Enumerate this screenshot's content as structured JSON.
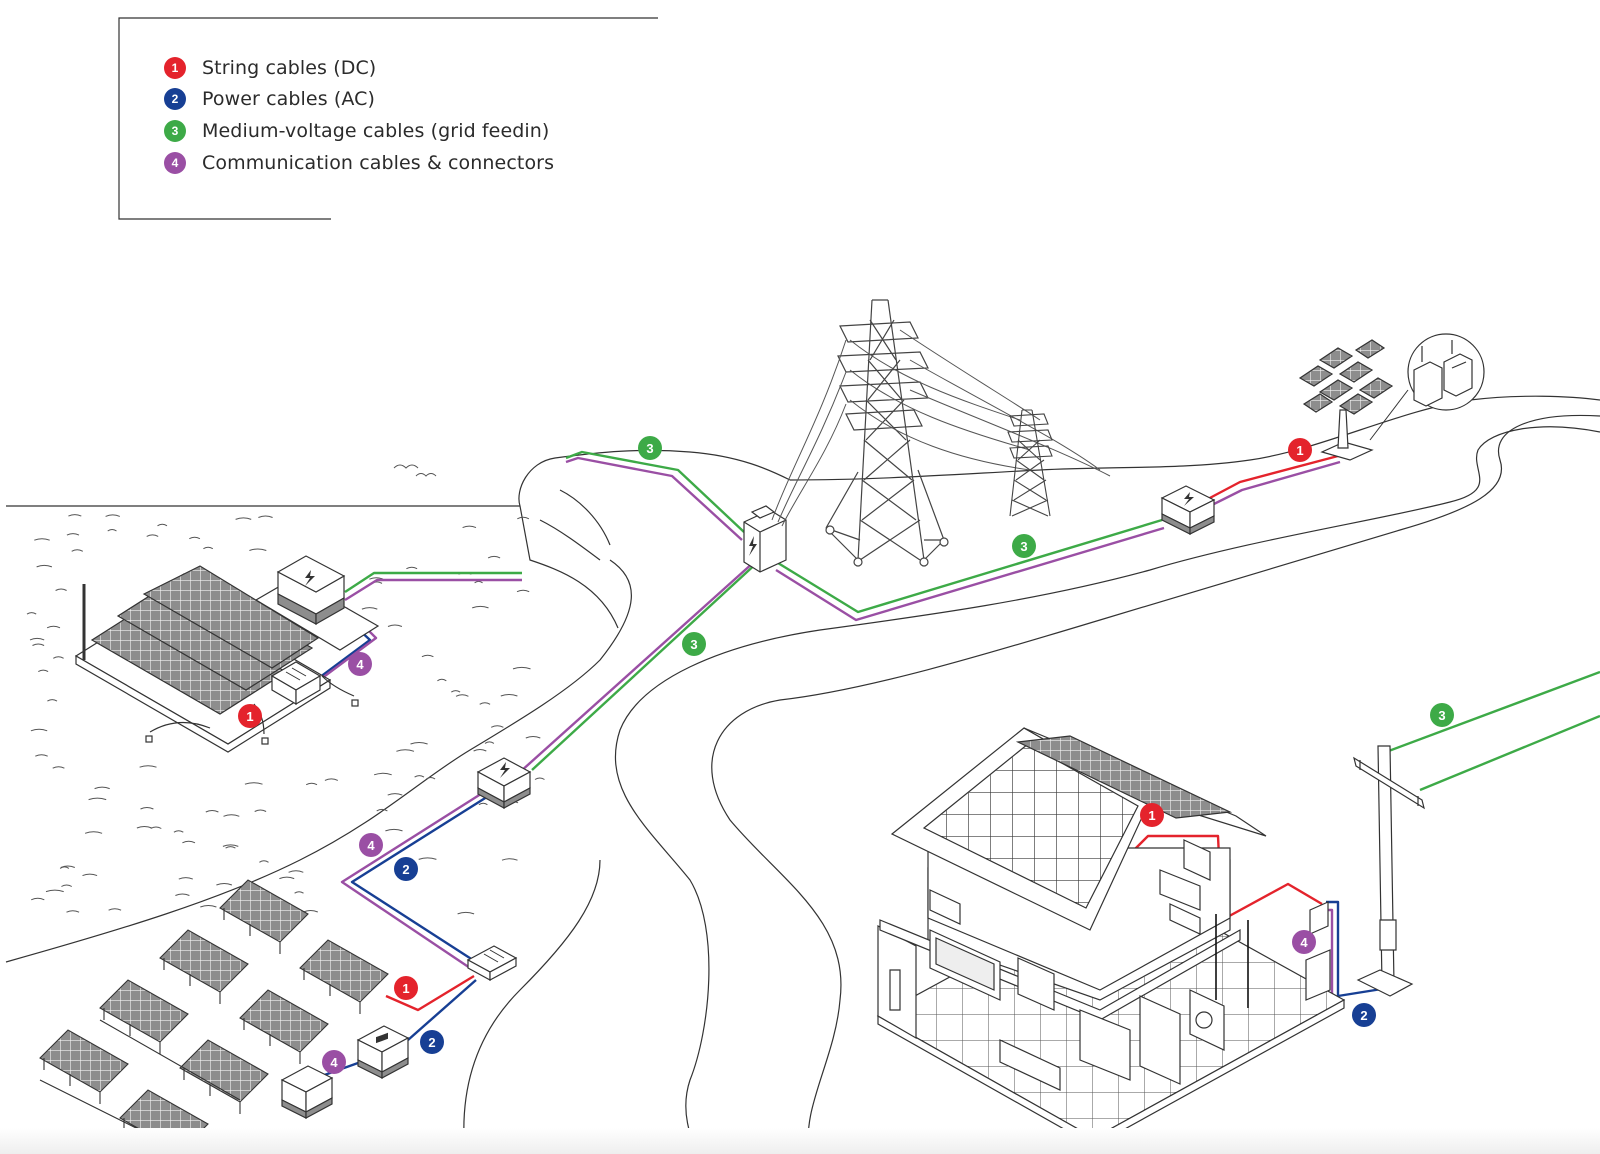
{
  "colors": {
    "dc_red": "#e4232c",
    "ac_blue": "#173f94",
    "mv_green": "#3daa47",
    "comm_purple": "#9a4fa4",
    "line_dark": "#333333"
  },
  "legend": [
    {
      "marker": "1",
      "label": "String cables (DC)",
      "color": "#e4232c"
    },
    {
      "marker": "2",
      "label": "Power cables (AC)",
      "color": "#173f94"
    },
    {
      "marker": "3",
      "label": "Medium-voltage cables (grid feedin)",
      "color": "#3daa47"
    },
    {
      "marker": "4",
      "label": "Communication cables & connectors",
      "color": "#9a4fa4"
    }
  ],
  "markers": {
    "one": "1",
    "two": "2",
    "three": "3",
    "four": "4"
  },
  "icons": {
    "inverter": "lightning-bolt-icon",
    "transformer": "lightning-bolt-icon"
  }
}
